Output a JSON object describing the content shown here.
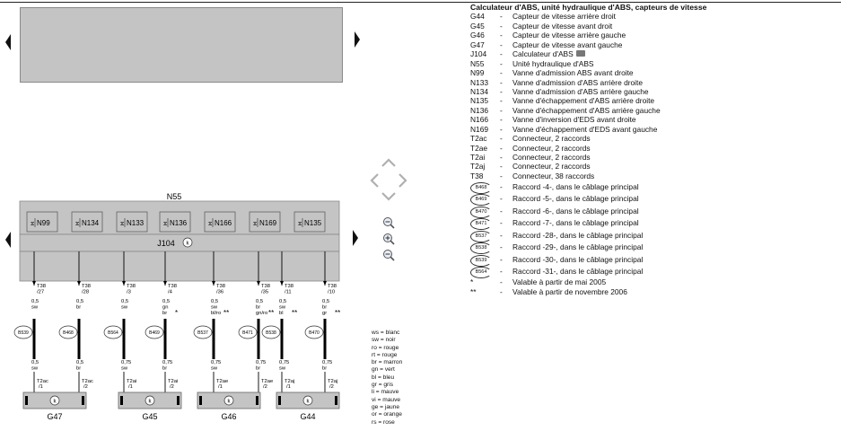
{
  "legend": {
    "title": "Calculateur d'ABS, unité hydraulique d'ABS, capteurs de vitesse",
    "items": [
      {
        "code": "G44",
        "desc": "Capteur de vitesse arrière droit"
      },
      {
        "code": "G45",
        "desc": "Capteur de vitesse avant droit"
      },
      {
        "code": "G46",
        "desc": "Capteur de vitesse arrière gauche"
      },
      {
        "code": "G47",
        "desc": "Capteur de vitesse avant gauche"
      },
      {
        "code": "J104",
        "desc": "Calculateur d'ABS"
      },
      {
        "code": "N55",
        "desc": "Unité hydraulique d'ABS"
      },
      {
        "code": "N99",
        "desc": "Vanne d'admission ABS avant droite"
      },
      {
        "code": "N133",
        "desc": "Vanne d'admission d'ABS arrière droite"
      },
      {
        "code": "N134",
        "desc": "Vanne d'admission d'ABS arrière gauche"
      },
      {
        "code": "N135",
        "desc": "Vanne d'échappement d'ABS arrière droite"
      },
      {
        "code": "N136",
        "desc": "Vanne d'échappement d'ABS arrière gauche"
      },
      {
        "code": "N166",
        "desc": "Vanne d'inversion d'EDS avant droite"
      },
      {
        "code": "N169",
        "desc": "Vanne d'échappement d'EDS avant gauche"
      },
      {
        "code": "T2ac",
        "desc": "Connecteur, 2 raccords"
      },
      {
        "code": "T2ae",
        "desc": "Connecteur, 2 raccords"
      },
      {
        "code": "T2ai",
        "desc": "Connecteur, 2 raccords"
      },
      {
        "code": "T2aj",
        "desc": "Connecteur, 2 raccords"
      },
      {
        "code": "T38",
        "desc": "Connecteur, 38 raccords"
      }
    ],
    "raccords": [
      {
        "code": "B468",
        "desc": "Raccord -4-, dans le câblage principal"
      },
      {
        "code": "B469",
        "desc": "Raccord -5-, dans le câblage principal"
      },
      {
        "code": "B470",
        "desc": "Raccord -6-, dans le câblage principal"
      },
      {
        "code": "B471",
        "desc": "Raccord -7-, dans le câblage principal"
      },
      {
        "code": "B537",
        "desc": "Raccord -28-, dans le câblage principal"
      },
      {
        "code": "B538",
        "desc": "Raccord -29-, dans le câblage principal"
      },
      {
        "code": "B539",
        "desc": "Raccord -30-, dans le câblage principal"
      },
      {
        "code": "B564",
        "desc": "Raccord -31-, dans le câblage principal"
      }
    ],
    "footnotes": [
      {
        "mark": "*",
        "desc": "Valable à partir de mai 2005"
      },
      {
        "mark": "**",
        "desc": "Valable à partir de novembre 2006"
      }
    ]
  },
  "schematic": {
    "unit_label": "N55",
    "ecu_label": "J104",
    "valves": [
      "N99",
      "N134",
      "N133",
      "N136",
      "N166",
      "N169",
      "N135"
    ],
    "wires": [
      {
        "pin": "T38\n/27",
        "gauge1": "0,5",
        "color1": "sw",
        "mark": "",
        "splice": "B539",
        "gauge2": "0,5",
        "color2": "sw",
        "conn": "T2ac",
        "conn_pin": "/1"
      },
      {
        "pin": "T38\n/28",
        "gauge1": "0,5",
        "color1": "br",
        "mark": "",
        "splice": "B468",
        "gauge2": "0,5",
        "color2": "br",
        "conn": "T2ac",
        "conn_pin": "/2"
      },
      {
        "pin": "T38\n/3",
        "gauge1": "0,5",
        "color1": "sw",
        "mark": "",
        "splice": "B564",
        "gauge2": "0,75",
        "color2": "sw",
        "conn": "T2ai",
        "conn_pin": "/1"
      },
      {
        "pin": "T38\n/4",
        "gauge1": "0,5\ngn",
        "color1": "br",
        "mark": "*",
        "splice": "B469",
        "gauge2": "0,75",
        "color2": "br",
        "conn": "T2ai",
        "conn_pin": "/2"
      },
      {
        "pin": "T38\n/36",
        "gauge1": "0,5\nsw",
        "color1": "bl/ro",
        "mark": "**",
        "splice": "B537",
        "gauge2": "0,75",
        "color2": "sw",
        "conn": "T2ae",
        "conn_pin": "/1"
      },
      {
        "pin": "T38\n/35",
        "gauge1": "0,5\nbr",
        "color1": "gn/ro",
        "mark": "**",
        "splice": "B471",
        "gauge2": "0,75",
        "color2": "br",
        "conn": "T2ae",
        "conn_pin": "/2"
      },
      {
        "pin": "T38\n/11",
        "gauge1": "0,5\nsw",
        "color1": "bl",
        "mark": "**",
        "splice": "B538",
        "gauge2": "0,75",
        "color2": "sw",
        "conn": "T2aj",
        "conn_pin": "/1"
      },
      {
        "pin": "T38\n/10",
        "gauge1": "0,5\nbr",
        "color1": "gr",
        "mark": "**",
        "splice": "B470",
        "gauge2": "0,75",
        "color2": "br",
        "conn": "T2aj",
        "conn_pin": "/2"
      }
    ],
    "sensors": [
      "G47",
      "G45",
      "G46",
      "G44"
    ]
  },
  "colour_key": [
    "ws = blanc",
    "sw = noir",
    "ro = rouge",
    "rt  = rouge",
    "br = marron",
    "gn = vert",
    "bl  = bleu",
    "gr  = gris",
    "li   = mauve",
    "vi  = mauve",
    "ge = jaune",
    "or = orange",
    "rs = rose"
  ],
  "colors": {
    "panel": "#c4c4c4",
    "nav": "#b8b8b8",
    "wire": "#000000"
  }
}
